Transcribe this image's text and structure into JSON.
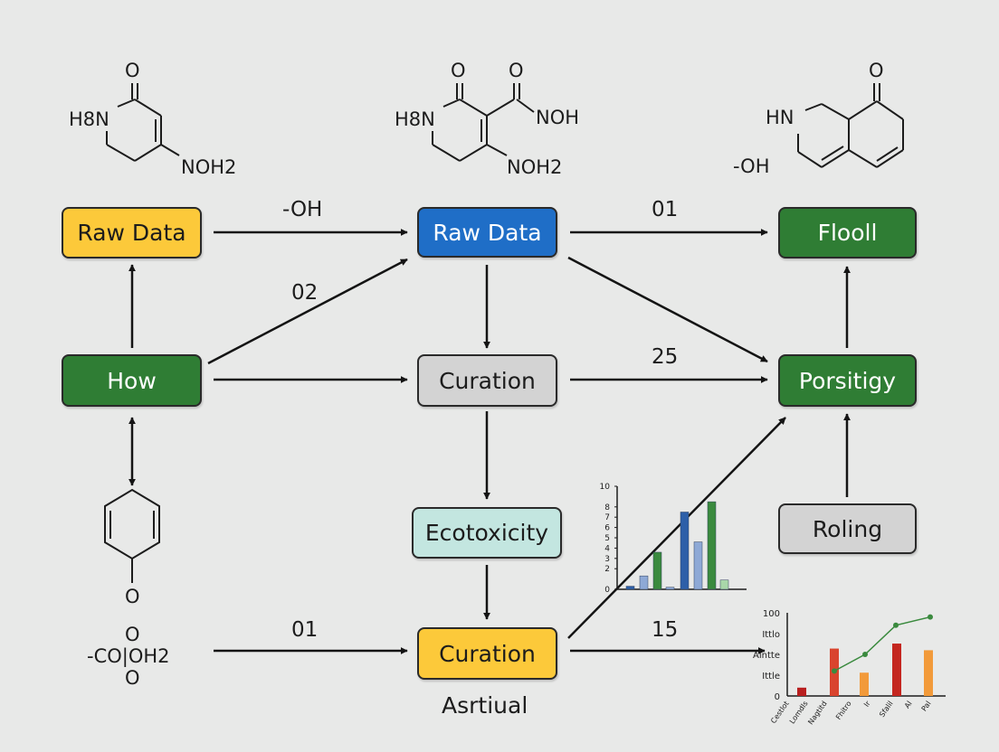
{
  "nodes": {
    "raw_data_left": {
      "label": "Raw Data",
      "color": "#fcc93a"
    },
    "how": {
      "label": "How",
      "color": "#2f7d34"
    },
    "raw_data_center": {
      "label": "Raw Data",
      "color": "#1f6ec7"
    },
    "curation_center": {
      "label": "Curation",
      "color": "#d3d3d3"
    },
    "ecotoxicity": {
      "label": "Ecotoxicity",
      "color": "#c3e6e0"
    },
    "curation_bottom": {
      "label": "Curation",
      "color": "#fcc93a"
    },
    "flooll": {
      "label": "Flooll",
      "color": "#2f7d34"
    },
    "porsitigy": {
      "label": "Porsitigy",
      "color": "#2f7d34"
    },
    "roling": {
      "label": "Roling",
      "color": "#d3d3d3"
    }
  },
  "edge_labels": {
    "oh": "-OH",
    "e01_top": "01",
    "e02": "02",
    "e25": "25",
    "e01_bottom": "01",
    "e15": "15"
  },
  "caption": "Asrtiual",
  "chemistry": {
    "mol1": {
      "o": "O",
      "nh": "H8N",
      "sub": "NOH2"
    },
    "mol2": {
      "o1": "O",
      "o2": "O",
      "nh": "H8N",
      "noh": "NOH",
      "sub": "NOH2"
    },
    "mol3": {
      "o": "O",
      "nh": "HN",
      "oh": "-OH"
    },
    "benzene": {
      "o": "O"
    },
    "formula": {
      "o_top": "O",
      "main": "-CO|OH2",
      "o_bottom": "O"
    }
  },
  "chart_data": [
    {
      "type": "bar",
      "yticks": [
        "0",
        "2",
        "3",
        "4",
        "5",
        "6",
        "7",
        "8",
        "10"
      ],
      "series": [
        {
          "color": "#2d5fa8",
          "values": [
            0.3,
            7.5
          ]
        },
        {
          "color": "#8ea9d6",
          "values": [
            1.3,
            0.2,
            4.6
          ]
        },
        {
          "color": "#3a8a3e",
          "values": [
            3.6,
            8.5
          ]
        },
        {
          "color": "#a9d7a9",
          "values": [
            0.9
          ]
        }
      ]
    },
    {
      "type": "bar",
      "yticks": [
        "0",
        "Ittle",
        "Alntte",
        "Ittlo",
        "100"
      ],
      "categories": [
        "Cestlot",
        "Lomdls",
        "Nagtitd",
        "Fhitro",
        "Ir",
        "Sfalil",
        "Al",
        "Pal"
      ],
      "bars": [
        {
          "color": "#b81f1f",
          "value": 10
        },
        {
          "color": "#d9442e",
          "value": 57
        },
        {
          "color": "#f29a3a",
          "value": 28
        },
        {
          "color": "#c4261f",
          "value": 63
        },
        {
          "color": "#f29a3a",
          "value": 55
        }
      ],
      "line": {
        "color": "#3a8a3e",
        "values": [
          30,
          50,
          85,
          95
        ]
      }
    }
  ]
}
